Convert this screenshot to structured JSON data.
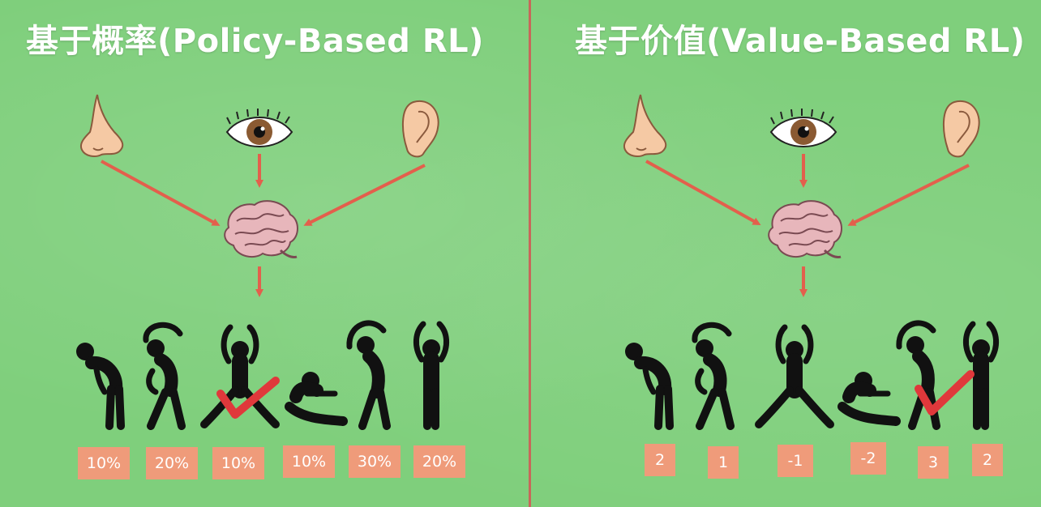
{
  "left_panel": {
    "title": "基于概率(Policy-Based RL)",
    "inputs": [
      "nose-icon",
      "eye-icon",
      "ear-icon"
    ],
    "processor": "brain-icon",
    "actions": [
      "bow-pose-icon",
      "side-stretch-pose-icon",
      "squat-arms-up-pose-icon",
      "sitting-pose-icon",
      "side-stretch-pose-icon",
      "arms-up-pose-icon"
    ],
    "labels": [
      "10%",
      "20%",
      "10%",
      "10%",
      "30%",
      "20%"
    ],
    "chosen_index": 2
  },
  "right_panel": {
    "title": "基于价值(Value-Based RL)",
    "inputs": [
      "nose-icon",
      "eye-icon",
      "ear-icon"
    ],
    "processor": "brain-icon",
    "actions": [
      "bow-pose-icon",
      "side-stretch-pose-icon",
      "squat-arms-up-pose-icon",
      "sitting-pose-icon",
      "side-stretch-pose-icon",
      "arms-up-pose-icon"
    ],
    "labels": [
      "2",
      "1",
      "-1",
      "-2",
      "3",
      "2"
    ],
    "chosen_index": 4
  },
  "colors": {
    "background": "#7fcf7c",
    "arrow": "#e35f4c",
    "divider": "#c8675a",
    "label_box": "#ef9b7a",
    "checkmark": "#e0383b",
    "figure": "#111111"
  }
}
